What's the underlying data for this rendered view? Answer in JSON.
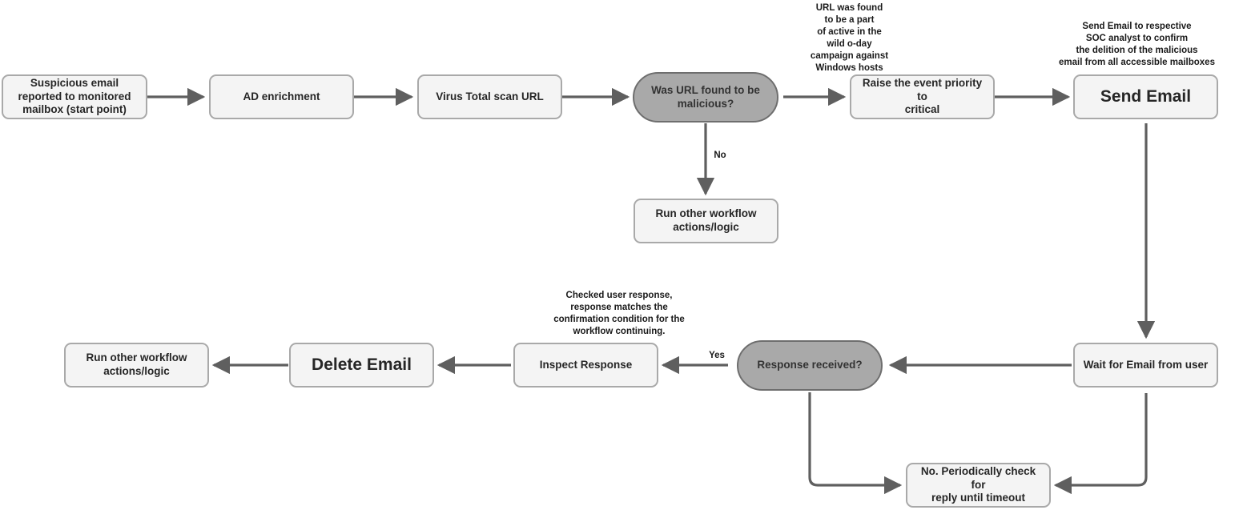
{
  "diagram": {
    "title": "Phishing email triage and response workflow",
    "colors": {
      "process_fill": "#f4f4f4",
      "process_border": "#a9a9a9",
      "decision_fill": "#a9a9a9",
      "decision_border": "#6e6e6e",
      "edge": "#5f5f5f",
      "text": "#262626",
      "background": "#ffffff"
    },
    "nodes": [
      {
        "id": "start",
        "label": "Suspicious email\nreported to monitored\nmailbox (start point)",
        "type": "process"
      },
      {
        "id": "ad",
        "label": "AD enrichment",
        "type": "process"
      },
      {
        "id": "vt",
        "label": "Virus Total scan URL",
        "type": "process"
      },
      {
        "id": "malicious",
        "label": "Was URL found to be\nmalicious?",
        "type": "decision"
      },
      {
        "id": "raise",
        "label": "Raise the event priority to\ncritical",
        "type": "process"
      },
      {
        "id": "send",
        "label": "Send Email",
        "type": "process-large"
      },
      {
        "id": "other_top",
        "label": "Run other workflow\nactions/logic",
        "type": "process"
      },
      {
        "id": "wait",
        "label": "Wait for Email from user",
        "type": "process"
      },
      {
        "id": "response",
        "label": "Response received?",
        "type": "decision"
      },
      {
        "id": "inspect",
        "label": "Inspect Response",
        "type": "process"
      },
      {
        "id": "delete",
        "label": "Delete Email",
        "type": "process-large"
      },
      {
        "id": "other_bottom",
        "label": "Run other workflow\nactions/logic",
        "type": "process"
      },
      {
        "id": "timeout",
        "label": "No. Periodically check for\nreply until timeout",
        "type": "process"
      }
    ],
    "edge_labels": [
      {
        "id": "no_label",
        "text": "No"
      },
      {
        "id": "yes_label",
        "text": "Yes"
      }
    ],
    "annotations": [
      {
        "id": "annot_malicious",
        "text": "URL was found\nto be a part\nof active in the\nwild o-day\ncampaign against\nWindows hosts"
      },
      {
        "id": "annot_send",
        "text": "Send Email to respective\nSOC analyst to confirm\nthe delition of the malicious\nemail from all accessible mailboxes"
      },
      {
        "id": "annot_inspect",
        "text": "Checked user response,\nresponse matches the\nconfirmation condition for the\nworkflow continuing."
      }
    ]
  }
}
